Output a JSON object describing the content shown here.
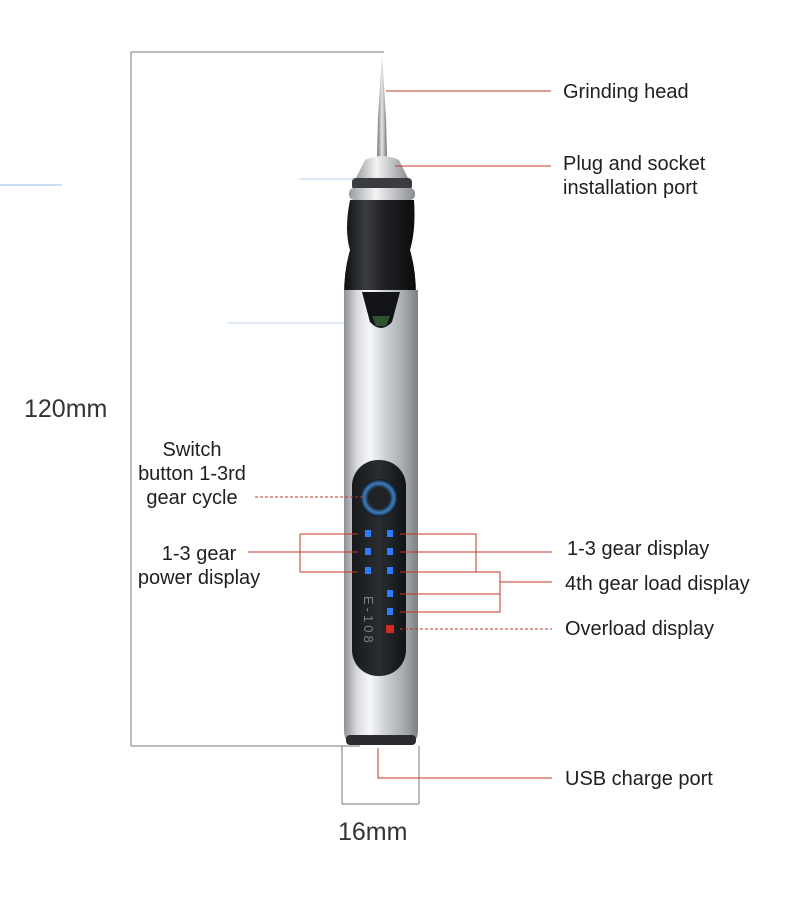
{
  "product": {
    "model_text": "E-108"
  },
  "dimensions": {
    "length": "120mm",
    "width": "16mm"
  },
  "callouts": {
    "grinding_head": "Grinding head",
    "plug_socket_line1": "Plug and socket",
    "plug_socket_line2": "installation port",
    "switch_line1": "Switch",
    "switch_line2": "button 1-3rd",
    "switch_line3": "gear cycle",
    "gear_power_line1": "1-3 gear",
    "gear_power_line2": "power display",
    "gear_display": "1-3 gear display",
    "load_display": "4th gear load display",
    "overload_display": "Overload display",
    "usb_port": "USB charge port"
  },
  "colors": {
    "leader_line": "#c0392b",
    "led_blue": "#2f7bff",
    "led_red": "#d42a1f",
    "body_silver": "#c9ccd0",
    "grip_black": "#1e2023"
  }
}
